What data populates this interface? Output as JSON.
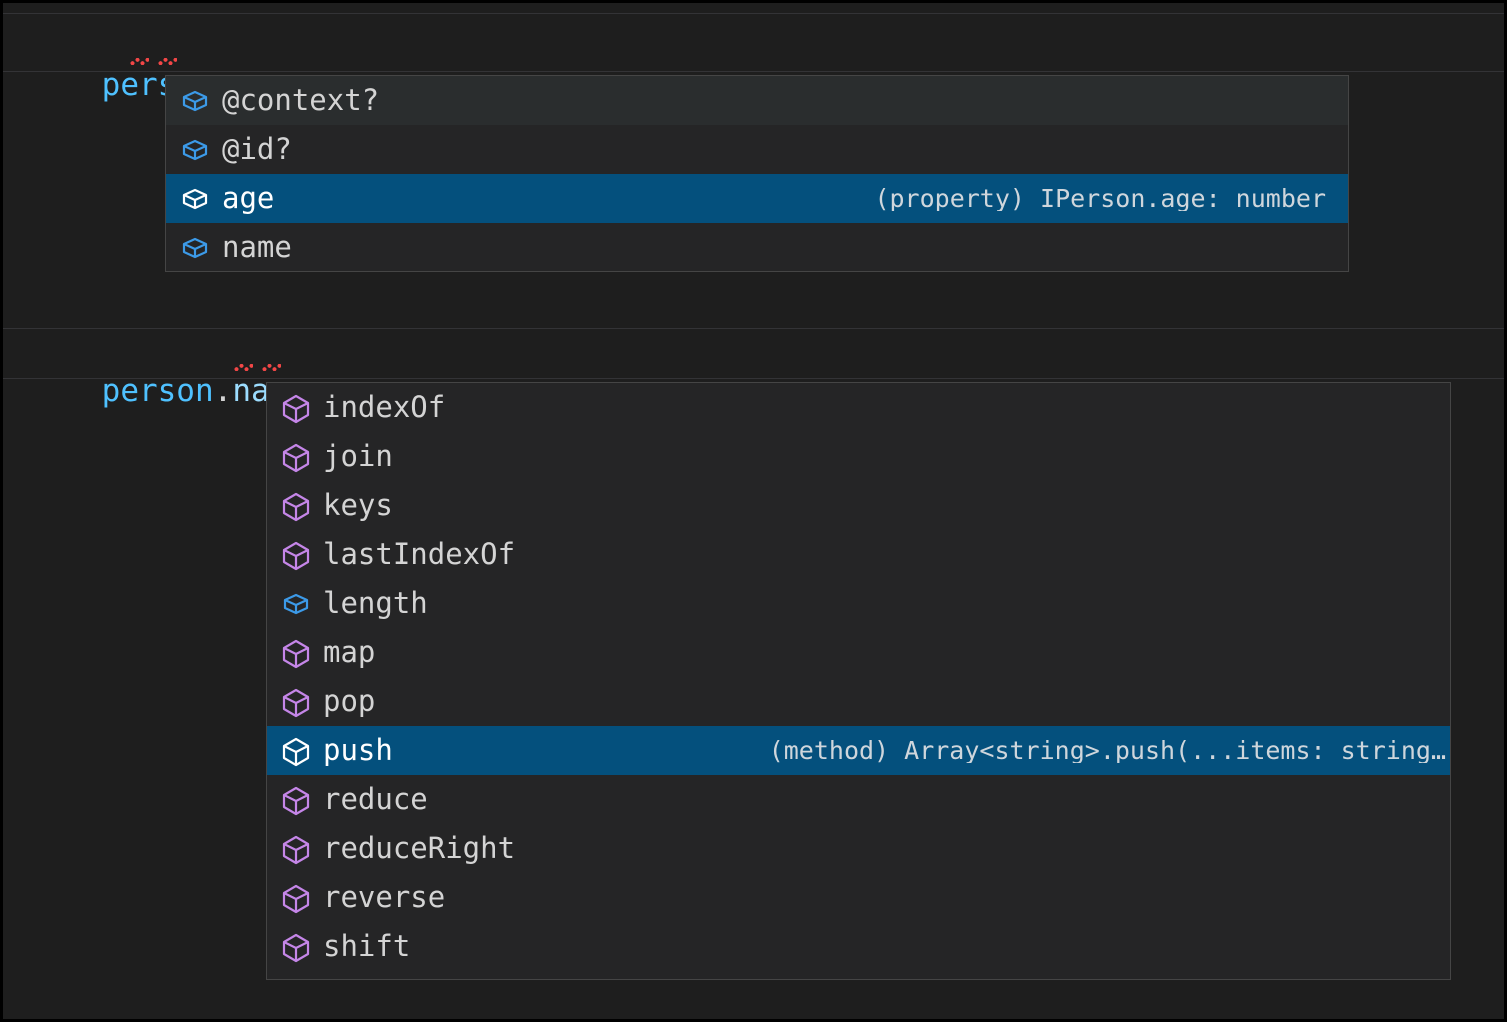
{
  "editor": {
    "theme_background": "#1e1e1e",
    "selection_color": "#04507d",
    "widget_background": "#252526",
    "widget_border": "#454545",
    "error_squiggle_color": "#f24646",
    "lines": [
      {
        "id": "line-1",
        "segments": [
          {
            "text": "person",
            "kind": "identifier"
          },
          {
            "text": ".",
            "kind": "punctuation"
          },
          {
            "text": ";",
            "kind": "punctuation"
          }
        ],
        "plain": "person.;"
      },
      {
        "id": "line-2",
        "segments": [
          {
            "text": "person",
            "kind": "identifier"
          },
          {
            "text": ".",
            "kind": "punctuation"
          },
          {
            "text": "name",
            "kind": "property"
          },
          {
            "text": ".",
            "kind": "punctuation"
          },
          {
            "text": ";",
            "kind": "punctuation"
          }
        ],
        "plain": "person.name.;"
      }
    ]
  },
  "suggest_person": {
    "name": "person-member-suggestions",
    "items": [
      {
        "label": "@context?",
        "icon": "property-cube-icon",
        "icon_color": "#3c9ae8",
        "detail": "",
        "state": "hovered"
      },
      {
        "label": "@id?",
        "icon": "property-cube-icon",
        "icon_color": "#3c9ae8",
        "detail": "",
        "state": "normal"
      },
      {
        "label": "age",
        "icon": "property-cube-icon",
        "icon_color": "#ffffff",
        "detail": "(property) IPerson.age: number",
        "state": "selected"
      },
      {
        "label": "name",
        "icon": "property-cube-icon",
        "icon_color": "#3c9ae8",
        "detail": "",
        "state": "normal"
      }
    ]
  },
  "suggest_name": {
    "name": "string-array-member-suggestions",
    "items": [
      {
        "label": "indexOf",
        "icon": "method-cube-icon",
        "icon_color": "#c586e8",
        "detail": "",
        "state": "normal"
      },
      {
        "label": "join",
        "icon": "method-cube-icon",
        "icon_color": "#c586e8",
        "detail": "",
        "state": "normal"
      },
      {
        "label": "keys",
        "icon": "method-cube-icon",
        "icon_color": "#c586e8",
        "detail": "",
        "state": "normal"
      },
      {
        "label": "lastIndexOf",
        "icon": "method-cube-icon",
        "icon_color": "#c586e8",
        "detail": "",
        "state": "normal"
      },
      {
        "label": "length",
        "icon": "property-cube-icon",
        "icon_color": "#3c9ae8",
        "detail": "",
        "state": "normal"
      },
      {
        "label": "map",
        "icon": "method-cube-icon",
        "icon_color": "#c586e8",
        "detail": "",
        "state": "normal"
      },
      {
        "label": "pop",
        "icon": "method-cube-icon",
        "icon_color": "#c586e8",
        "detail": "",
        "state": "normal"
      },
      {
        "label": "push",
        "icon": "method-cube-icon",
        "icon_color": "#ffffff",
        "detail": "(method) Array<string>.push(...items: string…",
        "state": "selected"
      },
      {
        "label": "reduce",
        "icon": "method-cube-icon",
        "icon_color": "#c586e8",
        "detail": "",
        "state": "normal"
      },
      {
        "label": "reduceRight",
        "icon": "method-cube-icon",
        "icon_color": "#c586e8",
        "detail": "",
        "state": "normal"
      },
      {
        "label": "reverse",
        "icon": "method-cube-icon",
        "icon_color": "#c586e8",
        "detail": "",
        "state": "normal"
      },
      {
        "label": "shift",
        "icon": "method-cube-icon",
        "icon_color": "#c586e8",
        "detail": "",
        "state": "normal"
      }
    ]
  }
}
